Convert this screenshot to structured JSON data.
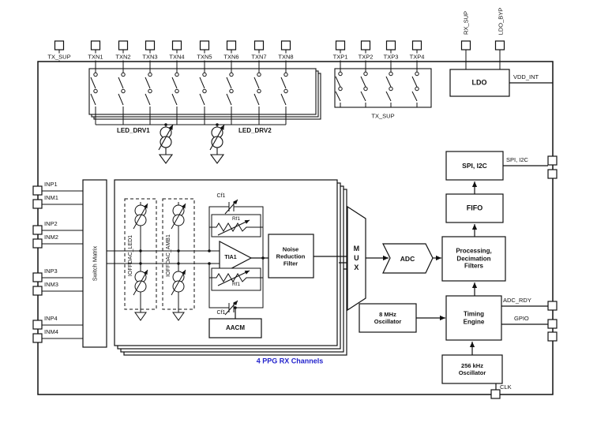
{
  "pins": {
    "top": [
      "TX_SUP",
      "TXN1",
      "TXN2",
      "TXN3",
      "TXN4",
      "TXN5",
      "TXN6",
      "TXN7",
      "TXN8",
      "TXP1",
      "TXP2",
      "TXP3",
      "TXP4"
    ],
    "top_rotated": [
      "RX_SUP",
      "LDO_BYP"
    ],
    "left": [
      "INP1",
      "INM1",
      "INP2",
      "INM2",
      "INP3",
      "INM3",
      "INP4",
      "INM4"
    ],
    "right": {
      "vdd_int": "VDD_INT",
      "spi_i2c": "SPI, I2C",
      "adc_rdy": "ADC_RDY",
      "gpio": "GPIO"
    },
    "bottom": {
      "clk": "CLK"
    }
  },
  "blocks": {
    "ldo": "LDO",
    "spi_i2c": "SPI, I2C",
    "fifo": "FIFO",
    "processing": "Processing,\nDecimation\nFilters",
    "adc": "ADC",
    "mux": "MUX",
    "osc_8mhz": "8 MHz\nOscillator",
    "timing": "Timing\nEngine",
    "osc_256khz": "256 kHz\nOscillator",
    "switch_matrix": "Switch Matrix",
    "noise_filter": "Noise\nReduction\nFilter",
    "aacm": "AACM",
    "tia": "TIA1",
    "ioffdac_led": "IOFFDAC_LED1",
    "ioffdac_amb": "IOFFDAC_AMB1"
  },
  "labels": {
    "led_drv1": "LED_DRV1",
    "led_drv2": "LED_DRV2",
    "tx_sup_rail": "TX_SUP",
    "rf": "Rf1",
    "cf": "Cf1",
    "caption": "4 PPG RX Channels"
  },
  "colors": {
    "caption": "#2222cc",
    "line": "#111111",
    "background": "#ffffff"
  }
}
